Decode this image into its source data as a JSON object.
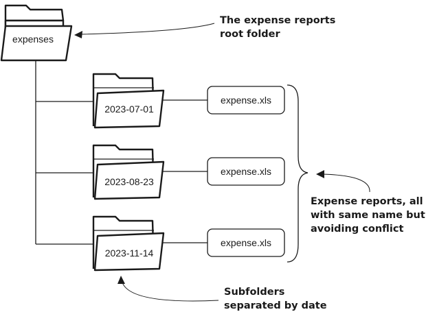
{
  "root_folder": {
    "label": "expenses"
  },
  "subfolders": [
    {
      "label": "2023-07-01",
      "file": "expense.xls"
    },
    {
      "label": "2023-08-23",
      "file": "expense.xls"
    },
    {
      "label": "2023-11-14",
      "file": "expense.xls"
    }
  ],
  "annotations": {
    "root_note": [
      "The expense reports",
      "root folder"
    ],
    "reports_note": [
      "Expense reports, all",
      "with same name but",
      "avoiding conflict"
    ],
    "subfolders_note": [
      "Subfolders",
      "separated by date"
    ]
  }
}
